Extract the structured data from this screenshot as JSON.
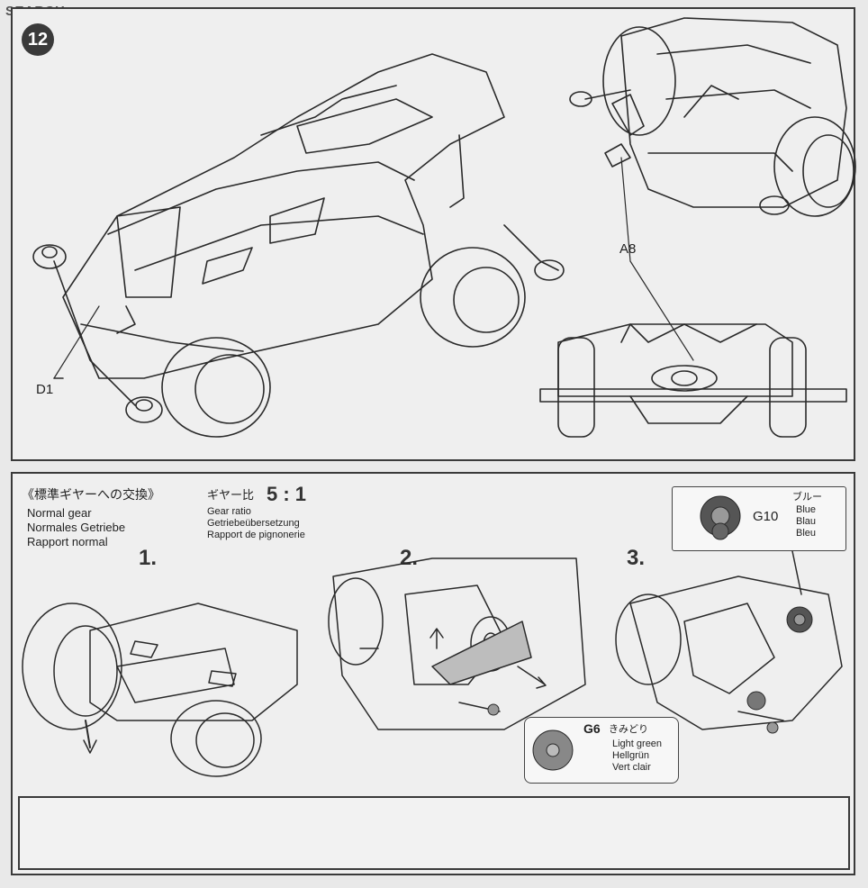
{
  "watermark": {
    "part_a": "",
    "part_b": "SEARCH"
  },
  "step_number": "12",
  "top_panel": {
    "label_d1": "D1",
    "label_a8": "A8"
  },
  "gear_section": {
    "title": "《標準ギヤーへの交換》",
    "lines": [
      "Normal gear",
      "Normales Getriebe",
      "Rapport normal"
    ],
    "ratio_title": "ギヤー比",
    "ratio_value": "5 : 1",
    "ratio_lines": [
      "Gear ratio",
      "Getriebeübersetzung",
      "Rapport de pignonerie"
    ],
    "steps": [
      "1.",
      "2.",
      "3."
    ]
  },
  "part_g10": {
    "code": "G10",
    "jp": "ブルー",
    "names": [
      "Blue",
      "Blau",
      "Bleu"
    ]
  },
  "part_g6": {
    "code": "G6",
    "jp": "きみどり",
    "names": [
      "Light green",
      "Hellgrün",
      "Vert clair"
    ]
  },
  "colors": {
    "line": "#2a2a2a",
    "panel_bg": "#efefef",
    "page_bg": "#e9e9e9",
    "gear_fill": "#555555"
  }
}
